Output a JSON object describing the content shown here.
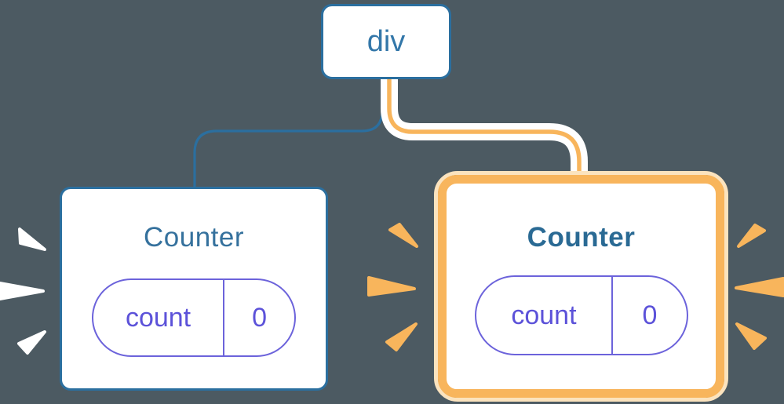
{
  "diagram": {
    "root": {
      "label": "div"
    },
    "children": [
      {
        "id": "left-counter",
        "title": "Counter",
        "state": {
          "key": "count",
          "value": "0"
        },
        "highlighted": false
      },
      {
        "id": "right-counter",
        "title": "Counter",
        "state": {
          "key": "count",
          "value": "0"
        },
        "highlighted": true
      }
    ]
  },
  "colors": {
    "background": "#4C5A62",
    "tree_blue": "#2B6F9F",
    "root_text_blue": "#3377A9",
    "title_blue": "#35719D",
    "title_blue_bold": "#2A6A94",
    "state_purple_border": "#6C63DB",
    "state_purple_text": "#5C52D9",
    "highlight_orange": "#F8B55C",
    "highlight_orange_pale": "#FBE3BE",
    "edge_casing_white": "#FFFFFF",
    "burst_white": "#FFFFFF"
  },
  "sparkles": [
    {
      "name": "left-burst",
      "color": "#FFFFFF",
      "triangles": [
        "25,292 26,310 57,318",
        "0,361 0,381 55,371",
        "57,423 24,438 35,450"
      ]
    },
    {
      "name": "middle-burst",
      "color": "#F8B55C",
      "triangles": [
        "497,293 509,286 531,314",
        "470,354 470,376 528,368",
        "530,413 493,436 505,446"
      ]
    },
    {
      "name": "right-burst",
      "color": "#F8B55C",
      "triangles": [
        "962,287 974,294 941,314",
        "998,355 998,377 938,367",
        "975,431 961,444 939,413"
      ]
    }
  ]
}
